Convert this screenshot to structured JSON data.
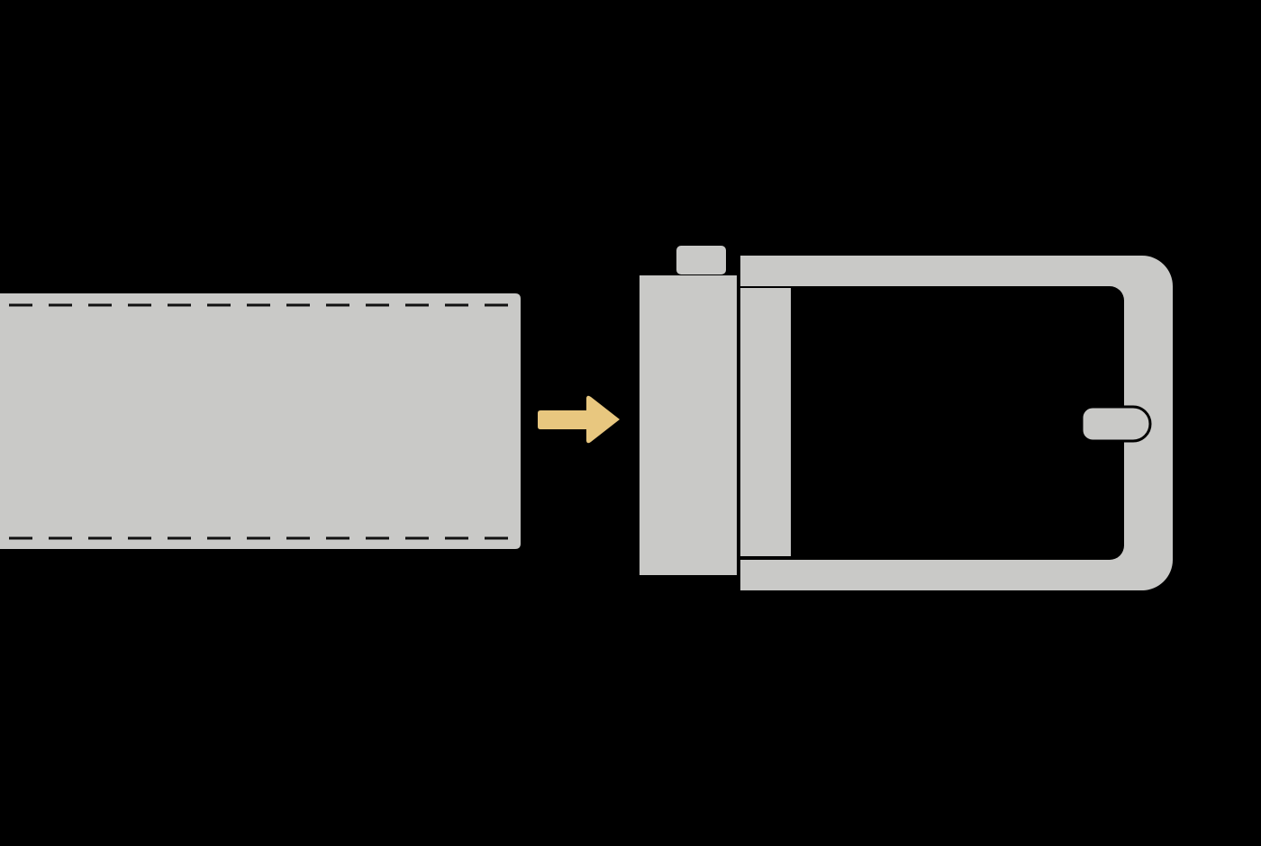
{
  "colors": {
    "background": "#000000",
    "metal_gray": "#c9c9c7",
    "stitch": "#111111",
    "arrow": "#e8c77f"
  },
  "diagram": {
    "elements": [
      {
        "name": "belt-strap",
        "icon": "belt-strap-icon",
        "stitching": "dashed-top-and-bottom"
      },
      {
        "name": "insert-arrow",
        "icon": "arrow-right-icon",
        "direction": "right"
      },
      {
        "name": "belt-buckle",
        "icon": "buckle-icon",
        "parts": [
          "clamp-block",
          "clip-tab",
          "bar",
          "frame",
          "prong-tip"
        ]
      }
    ]
  }
}
